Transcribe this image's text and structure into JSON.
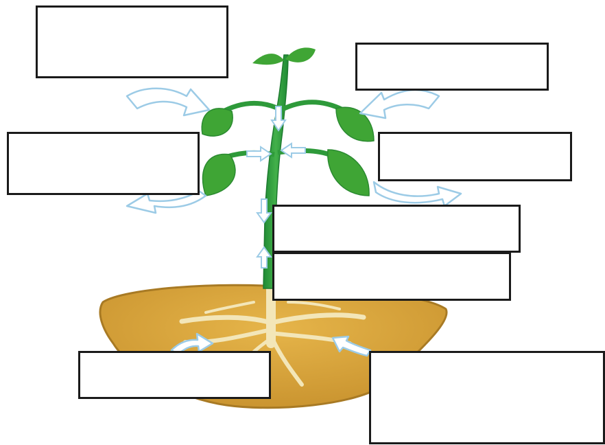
{
  "diagram": {
    "subject": "plant-transport-worksheet",
    "colors": {
      "leaf_green": "#3fa535",
      "stem_green": "#2e9a3a",
      "soil": "#d8a63a",
      "soil_dark": "#b8862a",
      "root": "#f3e6b8",
      "arrow_fill": "#ffffff",
      "arrow_stroke": "#9ccbe6",
      "box_border": "#1a1a1a"
    },
    "label_boxes": [
      {
        "id": "top-left",
        "text": ""
      },
      {
        "id": "top-right",
        "text": ""
      },
      {
        "id": "mid-left",
        "text": ""
      },
      {
        "id": "mid-right",
        "text": ""
      },
      {
        "id": "stem-upper",
        "text": ""
      },
      {
        "id": "stem-lower",
        "text": ""
      },
      {
        "id": "root-left",
        "text": ""
      },
      {
        "id": "root-right",
        "text": ""
      }
    ]
  }
}
